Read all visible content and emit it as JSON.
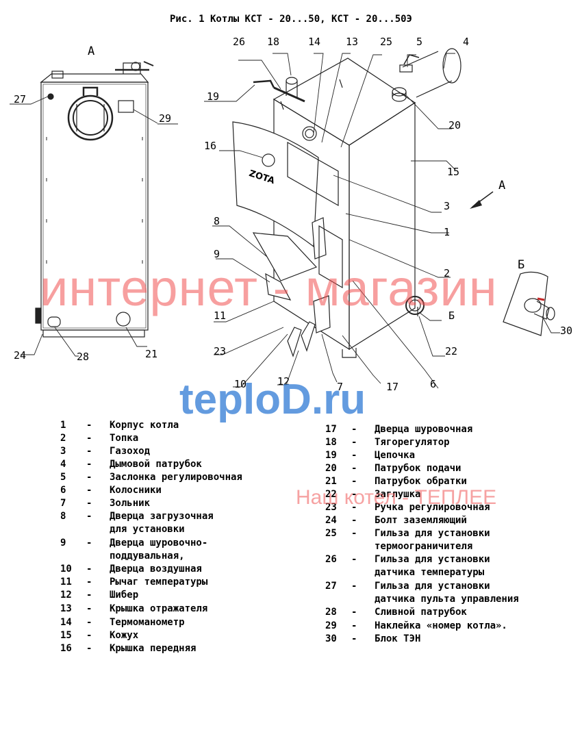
{
  "title": "Рис. 1 Котлы КСТ - 20...50, КСТ - 20...50Э",
  "views": {
    "a": "А",
    "b": "Б",
    "arrow_a": "А"
  },
  "callouts": [
    "1",
    "2",
    "3",
    "4",
    "5",
    "6",
    "7",
    "8",
    "9",
    "10",
    "11",
    "12",
    "13",
    "14",
    "15",
    "16",
    "17",
    "18",
    "19",
    "20",
    "21",
    "22",
    "23",
    "24",
    "25",
    "26",
    "27",
    "28",
    "29",
    "30"
  ],
  "brand_on_door": "ZOTA",
  "watermarks": {
    "shop": "интернет - магазин",
    "site": "teploD.ru",
    "slogan": "Наш котел - ТЕПЛЕЕ"
  },
  "legend_left": [
    {
      "num": "1",
      "dash": "-",
      "text": "Корпус котла"
    },
    {
      "num": "2",
      "dash": "-",
      "text": "Топка"
    },
    {
      "num": "3",
      "dash": "-",
      "text": "Газоход"
    },
    {
      "num": "4",
      "dash": "-",
      "text": "Дымовой патрубок"
    },
    {
      "num": "5",
      "dash": "-",
      "text": "Заслонка регулировочная"
    },
    {
      "num": "6",
      "dash": "-",
      "text": "Колосники"
    },
    {
      "num": "7",
      "dash": "-",
      "text": "Зольник"
    },
    {
      "num": "8",
      "dash": "-",
      "text": "Дверца загрузочная",
      "text2": "для установки"
    },
    {
      "num": "9",
      "dash": "-",
      "text": "Дверца шуровочно-",
      "text2": "поддувальная,"
    },
    {
      "num": "10",
      "dash": "-",
      "text": "Дверца воздушная"
    },
    {
      "num": "11",
      "dash": "-",
      "text": "Рычаг   температуры"
    },
    {
      "num": "12",
      "dash": "-",
      "text": "Шибер"
    },
    {
      "num": "13",
      "dash": "-",
      "text": "Крышка отражателя"
    },
    {
      "num": "14",
      "dash": "-",
      "text": "Термоманометр"
    },
    {
      "num": "15",
      "dash": "-",
      "text": "Кожух"
    },
    {
      "num": "16",
      "dash": "-",
      "text": "Крышка передняя"
    }
  ],
  "legend_right": [
    {
      "num": "17",
      "dash": "-",
      "text": "Дверца шуровочная"
    },
    {
      "num": "18",
      "dash": "-",
      "text": "Тягорегулятор"
    },
    {
      "num": "19",
      "dash": "-",
      "text": "Цепочка"
    },
    {
      "num": "20",
      "dash": "-",
      "text": "Патрубок подачи"
    },
    {
      "num": "21",
      "dash": "-",
      "text": "Патрубок обратки"
    },
    {
      "num": "22",
      "dash": "-",
      "text": "Заглушка"
    },
    {
      "num": "23",
      "dash": "-",
      "text": "Ручка регулировочная"
    },
    {
      "num": "24",
      "dash": "-",
      "text": "Болт заземляющий"
    },
    {
      "num": "25",
      "dash": "-",
      "text": "Гильза для установки",
      "text2": "термоограничителя"
    },
    {
      "num": "26",
      "dash": "-",
      "text": "Гильза для установки",
      "text2": "датчика температуры"
    },
    {
      "num": "27",
      "dash": "-",
      "text": "Гильза для установки",
      "text2": "датчика пульта управления"
    },
    {
      "num": "28",
      "dash": "-",
      "text": "Сливной патрубок"
    },
    {
      "num": "29",
      "dash": "-",
      "text": "Наклейка «номер котла»."
    },
    {
      "num": "30",
      "dash": "-",
      "text": "Блок ТЭН"
    }
  ]
}
